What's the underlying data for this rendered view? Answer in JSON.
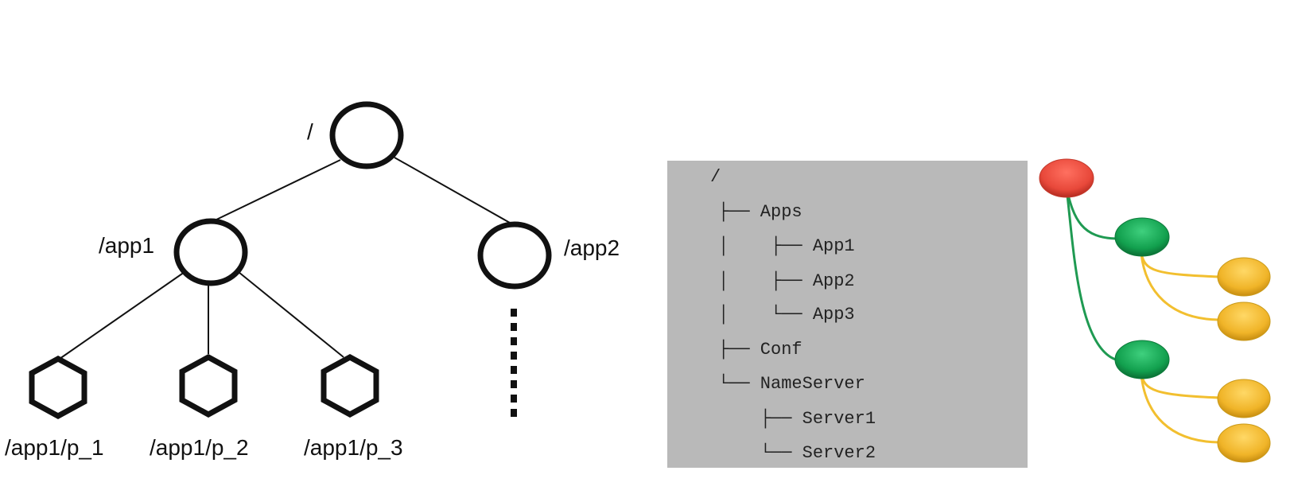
{
  "tree": {
    "root_label": "/",
    "app1_label": "/app1",
    "app2_label": "/app2",
    "leaf_labels": [
      "/app1/p_1",
      "/app1/p_2",
      "/app1/p_3"
    ]
  },
  "listing": {
    "lines": [
      "/",
      "├── Apps",
      "│    ├── App1",
      "│    ├── App2",
      "│    └── App3",
      "├── Conf",
      "└── NameServer",
      "    ├── Server1",
      "    └── Server2"
    ]
  },
  "colors": {
    "root_node": "#e8483a",
    "branch_node": "#12a04e",
    "leaf_node": "#f0b428",
    "branch_edge": "#1f9a52",
    "leaf_edge": "#f2bf2f",
    "listing_background": "#b9b9b9"
  }
}
